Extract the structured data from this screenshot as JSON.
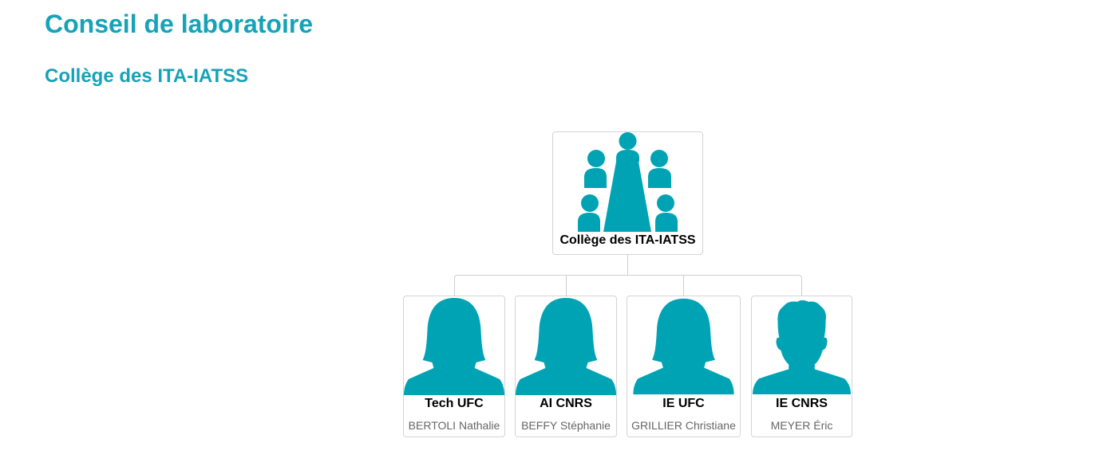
{
  "page": {
    "title": "Conseil de laboratoire",
    "section_title": "Collège des ITA-IATSS"
  },
  "colors": {
    "accent": "#17a2b8",
    "icon": "#00a3b4",
    "connector": "#cfcfcf",
    "card_border": "#d4d4d4"
  },
  "org_chart": {
    "root": {
      "title": "Collège des ITA-IATSS",
      "icon": "meeting-table-icon"
    },
    "members": [
      {
        "title": "Tech UFC",
        "name": "BERTOLI Nathalie",
        "icon": "female-avatar-icon"
      },
      {
        "title": "AI CNRS",
        "name": "BEFFY Stéphanie",
        "icon": "female-avatar-icon"
      },
      {
        "title": "IE UFC",
        "name": "GRILLIER Christiane",
        "icon": "female-avatar-icon"
      },
      {
        "title": "IE CNRS",
        "name": "MEYER Éric",
        "icon": "male-avatar-icon"
      }
    ]
  }
}
